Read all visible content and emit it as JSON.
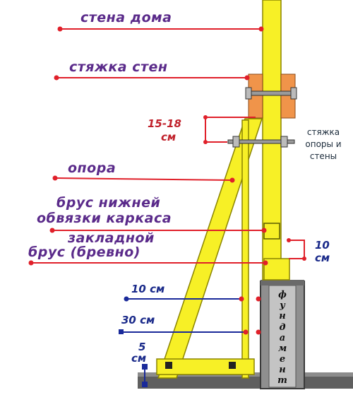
{
  "labels": {
    "wall": "стена дома",
    "wall_tie": "стяжка стен",
    "gap_top": "15-18",
    "gap_top_unit": "см",
    "support_tie_1": "стяжка",
    "support_tie_2": "опоры и",
    "support_tie_3": "стены",
    "support": "опора",
    "frame_beam_1": "брус нижней",
    "frame_beam_2": "обвязки каркаса",
    "embedded_1": "закладной",
    "embedded_2": "брус (бревно)",
    "gap_mid": "10",
    "gap_mid_unit": "см",
    "dim_10": "10 см",
    "dim_30": "30 см",
    "dim_5": "5",
    "dim_5_unit": "см",
    "foundation": [
      "ф",
      "у",
      "н",
      "д",
      "а",
      "м",
      "е",
      "н",
      "т"
    ]
  },
  "colors": {
    "timber": "#f7f026",
    "timber_edge": "#8a8400",
    "pad": "#f0944a",
    "leader_red": "#e0202a",
    "leader_blue": "#1a2a9a",
    "label_purple": "#5a2a8a",
    "foundation": "#9a9a9a",
    "ground": "#5f5f5f"
  }
}
